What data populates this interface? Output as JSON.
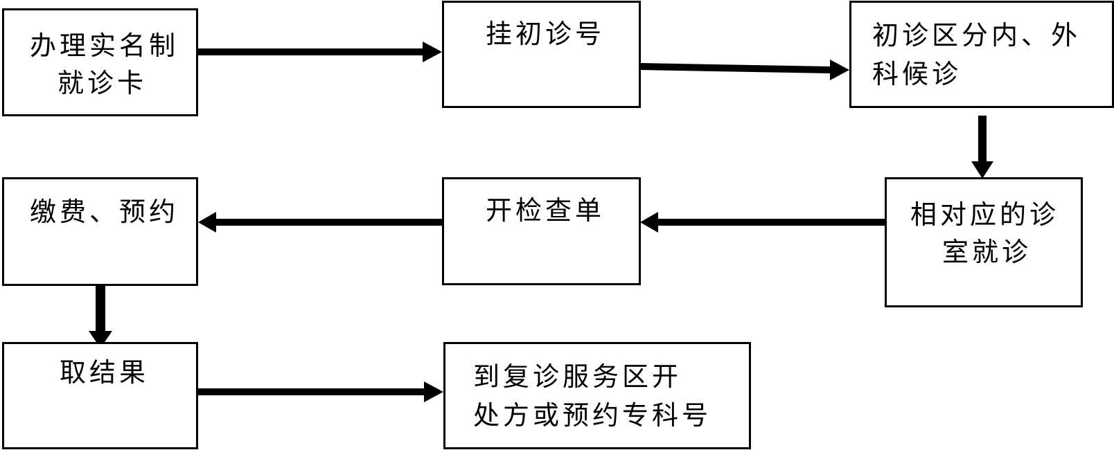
{
  "diagram": {
    "type": "flowchart",
    "nodes": {
      "n1": [
        "办理实名制",
        "就诊卡"
      ],
      "n2": [
        "挂初诊号"
      ],
      "n3": [
        "初诊区分内、外",
        "科候诊"
      ],
      "n4": [
        "相对应的诊",
        "室就诊"
      ],
      "n5": [
        "开检查单"
      ],
      "n6": [
        "缴费、预约"
      ],
      "n7": [
        "取结果"
      ],
      "n8": [
        "到复诊服务区开",
        "处方或预约专科号"
      ]
    },
    "edges": [
      [
        "n1",
        "n2"
      ],
      [
        "n2",
        "n3"
      ],
      [
        "n3",
        "n4"
      ],
      [
        "n4",
        "n5"
      ],
      [
        "n5",
        "n6"
      ],
      [
        "n6",
        "n7"
      ],
      [
        "n7",
        "n8"
      ]
    ],
    "colors": {
      "stroke": "#000000",
      "fill": "#ffffff",
      "text": "#000000"
    }
  }
}
